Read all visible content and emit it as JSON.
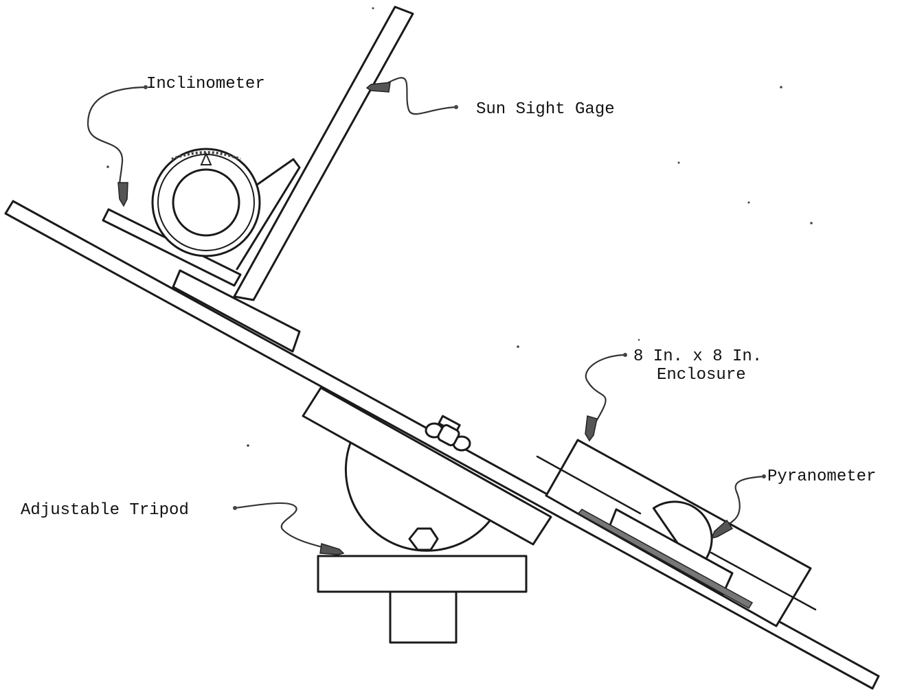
{
  "labels": {
    "inclinometer": "Inclinometer",
    "sun_sight_gage": "Sun Sight Gage",
    "enclosure_line1": "8 In. x 8 In.",
    "enclosure_line2": "Enclosure",
    "pyranometer": "Pyranometer",
    "adjustable_tripod": "Adjustable Tripod"
  }
}
